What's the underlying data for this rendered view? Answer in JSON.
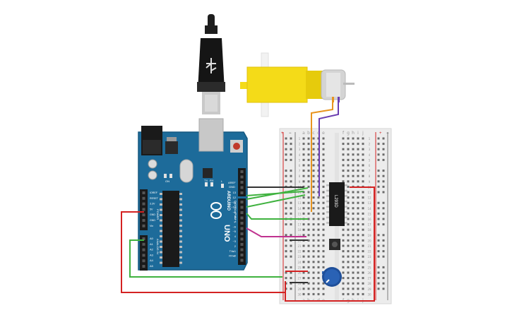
{
  "arduino": {
    "brand": "ARDUINO",
    "model": "UNO",
    "on_label": "ON",
    "tx_label": "TX",
    "rx_label": "RX",
    "l_label": "L",
    "aref_label": "AREF",
    "gnd_label": "GND",
    "digital_label": "DIGITAL (PWM~)",
    "power_label": "POWER",
    "analog_label": "ANALOG IN",
    "power_pins": [
      "IOREF",
      "RESET",
      "3.3V",
      "5V",
      "GND",
      "GND",
      "Vin"
    ],
    "analog_pins": [
      "A0",
      "A1",
      "A2",
      "A3",
      "A4",
      "A5"
    ],
    "digital_pins": [
      "13",
      "12",
      "~11",
      "~10",
      "~9",
      "8",
      "7",
      "~6",
      "~5",
      "4",
      "~3",
      "2",
      "TX▸1",
      "RX◂0"
    ]
  },
  "ic": {
    "label": "L293D"
  },
  "breadboard": {
    "cols_left": [
      "a",
      "b",
      "c",
      "d",
      "e"
    ],
    "cols_right": [
      "f",
      "g",
      "h",
      "i",
      "j"
    ],
    "rail_plus": "+",
    "rail_minus": "−"
  },
  "colors": {
    "pcb": "#1d6b9a",
    "pcb_dark": "#175980",
    "breadboard": "#ececec",
    "motor": "#f4db18",
    "wire_red": "#d42222",
    "wire_black": "#333333",
    "wire_green": "#3fb23f",
    "wire_magenta": "#c0328f",
    "wire_orange": "#e8951f",
    "wire_purple": "#6a3db0",
    "pot": "#2a62b5"
  }
}
